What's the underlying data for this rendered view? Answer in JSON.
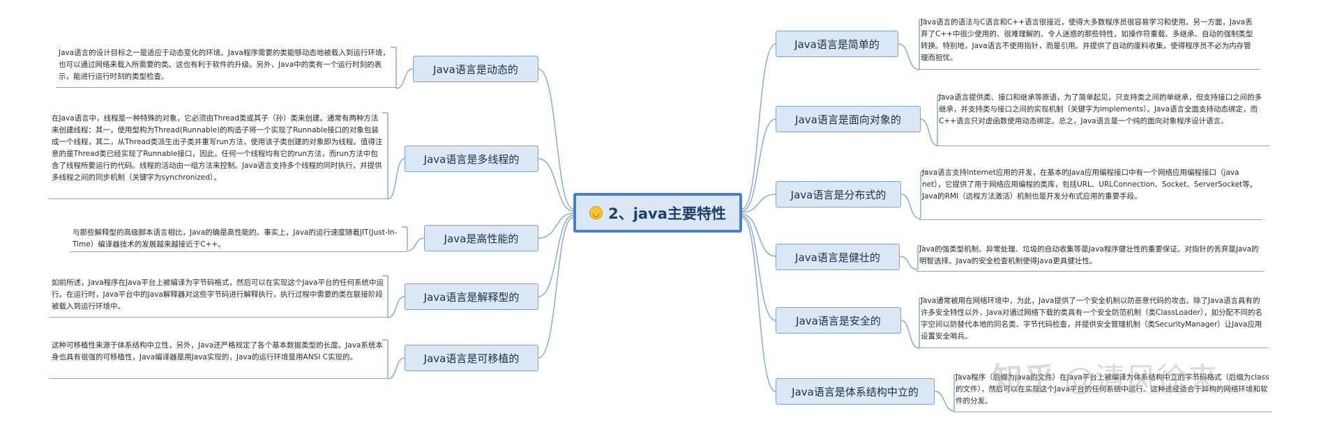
{
  "central": {
    "label": "2、java主要特性",
    "icon": "smiley-icon"
  },
  "watermark": {
    "brand": "知乎",
    "author": "@清风徐来"
  },
  "colors": {
    "node_fill": "#dbe7f4",
    "node_border": "#7fa3cf",
    "central_border": "#4a80bf",
    "line": "#8aaad2"
  },
  "right_branches": [
    {
      "label": "Java语言是简单的",
      "note": "Java语言的语法与C语言和C++语言很接近，使得大多数程序员很容易学习和使用。另一方面，Java丢弃了C++中很少使用的、很难理解的、令人迷惑的那些特性，如操作符重载、多继承、自动的强制类型转换。特别地，Java语言不使用指针，而是引用。并提供了自动的废料收集，使得程序员不必为内存管理而担忧。"
    },
    {
      "label": "Java语言是面向对象的",
      "note": "Java语言提供类、接口和继承等原语，为了简单起见，只支持类之间的单继承，但支持接口之间的多继承，并支持类与接口之间的实现机制（关键字为implements）。Java语言全面支持动态绑定，而C++语言只对虚函数使用动态绑定。总之，Java语言是一个纯的面向对象程序设计语言。"
    },
    {
      "label": "Java语言是分布式的",
      "note": "Java语言支持Internet应用的开发，在基本的Java应用编程接口中有一个网络应用编程接口（java net），它提供了用于网络应用编程的类库，包括URL、URLConnection、Socket、ServerSocket等。Java的RMI（远程方法激活）机制也是开发分布式应用的重要手段。"
    },
    {
      "label": "Java语言是健壮的",
      "note": "Java的强类型机制、异常处理、垃圾的自动收集等是Java程序健壮性的重要保证。对指针的丢弃是Java的明智选择。Java的安全检查机制使得Java更具健壮性。"
    },
    {
      "label": "Java语言是安全的",
      "note": "Java通常被用在网络环境中，为此，Java提供了一个安全机制以防恶意代码的攻击。除了Java语言具有的许多安全特性以外，Java对通过网络下载的类具有一个安全防范机制（类ClassLoader），如分配不同的名字空间以防替代本地的同名类、字节代码检查，并提供安全管理机制（类SecurityManager）让Java应用设置安全哨兵。"
    },
    {
      "label": "Java语言是体系结构中立的",
      "note": "Java程序（后缀为java的文件）在Java平台上被编译为体系结构中立的字节码格式（后缀为class的文件），然后可以在实现这个Java平台的任何系统中运行。这种途径适合于异构的网络环境和软件的分发。"
    }
  ],
  "left_branches": [
    {
      "label": "Java语言是动态的",
      "note": "Java语言的设计目标之一是适应于动态变化的环境。Java程序需要的类能够动态地被载入到运行环境，也可以通过网络来载入所需要的类。这也有利于软件的升级。另外，Java中的类有一个运行时刻的表示，能进行运行时刻的类型检查。"
    },
    {
      "label": "Java语言是多线程的",
      "note": "在Java语言中，线程是一种特殊的对象，它必须由Thread类或其子（孙）类来创建。通常有两种方法来创建线程：其一，使用型构为Thread(Runnable)的构造子将一个实现了Runnable接口的对象包装成一个线程，其二，从Thread类派生出子类并重写run方法，使用该子类创建的对象即为线程。值得注意的是Thread类已经实现了Runnable接口，因此，任何一个线程均有它的run方法，而run方法中包含了线程所要运行的代码。线程的活动由一组方法来控制。Java语言支持多个线程的同时执行，并提供多线程之间的同步机制（关键字为synchronized）。"
    },
    {
      "label": "Java是高性能的",
      "note": "与那些解释型的高级脚本语言相比，Java的确是高性能的。事实上，Java的运行速度随着JIT(Just-In-Time）编译器技术的发展越来越接近于C++。"
    },
    {
      "label": "Java语言是解释型的",
      "note": "如前所述，Java程序在Java平台上被编译为字节码格式，然后可以在实现这个Java平台的任何系统中运行。在运行时，Java平台中的Java解释器对这些字节码进行解释执行，执行过程中需要的类在联接阶段被载入到运行环境中。"
    },
    {
      "label": "Java语言是可移植的",
      "note": "这种可移植性来源于体系结构中立性，另外，Java还严格规定了各个基本数据类型的长度。Java系统本身也具有很强的可移植性，Java编译器是用Java实现的，Java的运行环境是用ANSI C实现的。"
    }
  ]
}
